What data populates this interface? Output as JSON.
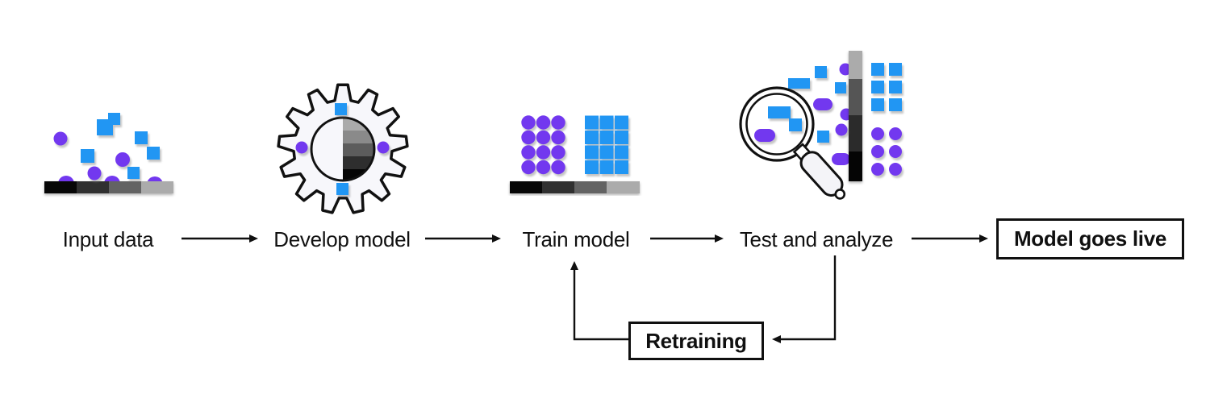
{
  "flow": {
    "stages": [
      {
        "label": "Input data",
        "icon": "input-data-icon"
      },
      {
        "label": "Develop model",
        "icon": "gear-icon"
      },
      {
        "label": "Train model",
        "icon": "data-grids-icon"
      },
      {
        "label": "Test and analyze",
        "icon": "magnifier-analysis-icon"
      },
      {
        "label": "Model goes live",
        "icon": "none"
      }
    ],
    "loop": {
      "label": "Retraining"
    },
    "edges": [
      "Input data → Develop model",
      "Develop model → Train model",
      "Train model → Test and analyze",
      "Test and analyze → Model goes live",
      "Test and analyze → Retraining",
      "Retraining → Train model"
    ]
  },
  "colors": {
    "blue": "#2196f3",
    "purple": "#7238ef",
    "ink": "#101010",
    "grayscale_ramp": [
      "#070707",
      "#303030",
      "#636363",
      "#ababab"
    ]
  }
}
